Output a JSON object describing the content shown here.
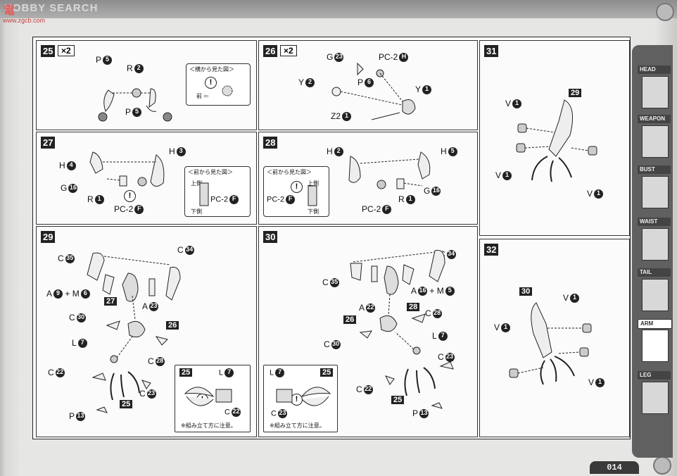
{
  "header": {
    "logo_text": "HOBBY SEARCH",
    "watermark": "電",
    "watermark_url": "www.zgcb.com"
  },
  "page_number": "014",
  "multiplier": "×2",
  "steps": {
    "s25": {
      "number": "25",
      "labels": {
        "p1": "P",
        "p1n": "5",
        "r": "R",
        "rn": "2",
        "p2": "P",
        "p2n": "5"
      },
      "callout_title": "＜横から見た図＞",
      "callout_note": "前 ⇦"
    },
    "s26": {
      "number": "26",
      "labels": {
        "g": "G",
        "gn": "23",
        "pc": "PC-2",
        "pcn": "H",
        "y1": "Y",
        "y1n": "2",
        "p": "P",
        "pn": "6",
        "y2": "Y",
        "y2n": "1",
        "z": "Z2",
        "zn": "1"
      }
    },
    "s27": {
      "number": "27",
      "labels": {
        "h1": "H",
        "h1n": "4",
        "h2": "H",
        "h2n": "3",
        "g": "G",
        "gn": "16",
        "r": "R",
        "rn": "1",
        "pc": "PC-2",
        "pcn": "F"
      },
      "callout_title": "＜前から見た図＞",
      "callout_top": "上側",
      "callout_bottom": "下側",
      "callout_pc": "PC-2",
      "callout_pcn": "F"
    },
    "s28": {
      "number": "28",
      "labels": {
        "h1": "H",
        "h1n": "2",
        "h2": "H",
        "h2n": "5",
        "g": "G",
        "gn": "16",
        "r": "R",
        "rn": "1",
        "pc": "PC-2",
        "pcn": "F"
      },
      "callout_title": "＜前から見た図＞",
      "callout_top": "上側",
      "callout_bottom": "下側",
      "callout_pc": "PC-2",
      "callout_pcn": "F"
    },
    "s29": {
      "number": "29",
      "labels": {
        "c1": "C",
        "c1n": "35",
        "c2": "C",
        "c2n": "34",
        "am": "A",
        "amn": "9",
        "plus": "+ M",
        "mn": "6",
        "sub27": "27",
        "a": "A",
        "an": "23",
        "c3": "C",
        "c3n": "30",
        "sub26": "26",
        "l": "L",
        "ln": "7",
        "c4": "C",
        "c4n": "28",
        "c5": "C",
        "c5n": "22",
        "c6": "C",
        "c6n": "23",
        "sub25": "25",
        "p": "P",
        "pn": "13"
      },
      "detail": {
        "sub25": "25",
        "l": "L",
        "ln": "7",
        "c": "C",
        "cn": "22"
      },
      "caution": "※組み立て方に注意。"
    },
    "s30": {
      "number": "30",
      "labels": {
        "c1": "C",
        "c1n": "34",
        "c2": "C",
        "c2n": "35",
        "am": "A",
        "amn": "16",
        "plus": "+ M",
        "mn": "5",
        "a": "A",
        "an": "22",
        "sub28": "28",
        "c3": "C",
        "c3n": "28",
        "sub26": "26",
        "l": "L",
        "ln": "7",
        "c4": "C",
        "c4n": "30",
        "c5": "C",
        "c5n": "23",
        "c6": "C",
        "c6n": "22",
        "sub25": "25",
        "p": "P",
        "pn": "13"
      },
      "detail": {
        "l": "L",
        "ln": "7",
        "sub25": "25",
        "c": "C",
        "cn": "23"
      },
      "caution": "※組み立て方に注意。"
    },
    "s31": {
      "number": "31",
      "labels": {
        "v1": "V",
        "v1n": "1",
        "sub29": "29",
        "v2": "V",
        "v2n": "1",
        "v3": "V",
        "v3n": "1"
      }
    },
    "s32": {
      "number": "32",
      "labels": {
        "sub30": "30",
        "v1": "V",
        "v1n": "1",
        "v2": "V",
        "v2n": "1",
        "v3": "V",
        "v3n": "1"
      }
    }
  },
  "sidebar": {
    "tabs": [
      "HEAD",
      "WEAPON",
      "BUST",
      "WAIST",
      "TAIL",
      "ARM",
      "LEG"
    ],
    "active": "ARM"
  },
  "colors": {
    "ink": "#222222",
    "paper": "#ffffff",
    "sidebar": "#606060"
  }
}
